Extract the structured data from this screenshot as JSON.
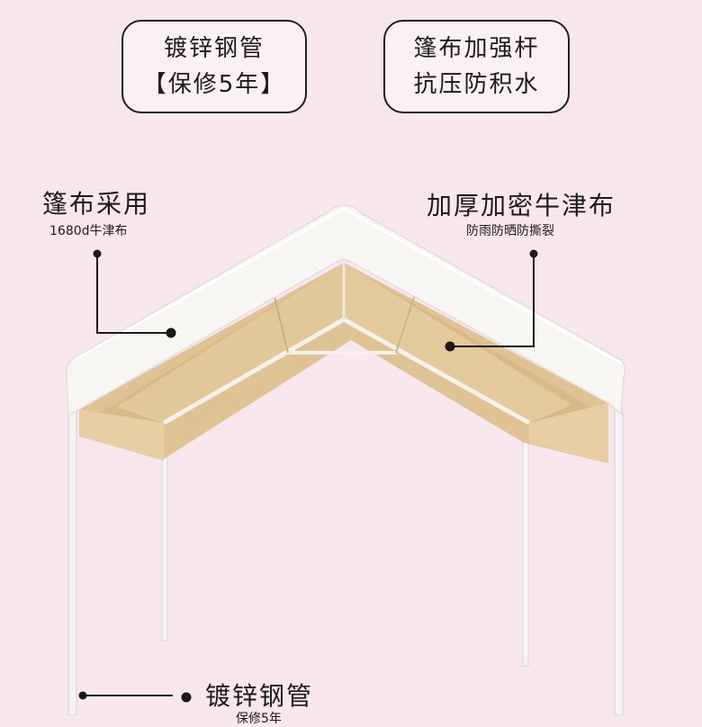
{
  "badges": {
    "left": {
      "line1": "镀锌钢管",
      "line2": "【保修5年】"
    },
    "right": {
      "line1": "篷布加强杆",
      "line2": "抗压防积水"
    }
  },
  "callouts": {
    "left": {
      "title": "篷布采用",
      "sub": "1680d牛津布"
    },
    "right": {
      "title": "加厚加密牛津布",
      "sub": "防雨防晒防撕裂"
    },
    "bottom": {
      "title": "镀锌钢管",
      "sub": "保修5年"
    }
  },
  "colors": {
    "background": "#f9e7ee",
    "canopy_outer": "#f7f4f2",
    "canopy_inner": "#dcc193",
    "pole": "#f1f1f1"
  }
}
